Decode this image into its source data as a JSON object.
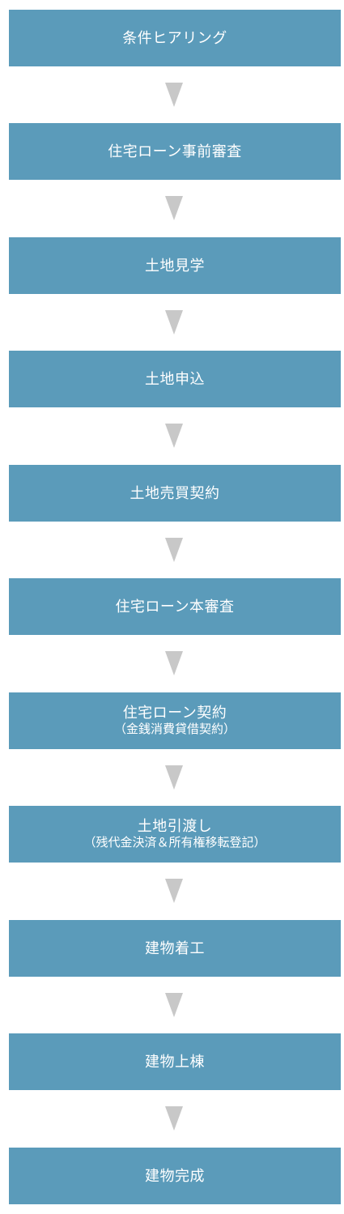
{
  "flowchart": {
    "steps": [
      {
        "label": "条件ヒアリング",
        "sublabel": ""
      },
      {
        "label": "住宅ローン事前審査",
        "sublabel": ""
      },
      {
        "label": "土地見学",
        "sublabel": ""
      },
      {
        "label": "土地申込",
        "sublabel": ""
      },
      {
        "label": "土地売買契約",
        "sublabel": ""
      },
      {
        "label": "住宅ローン本審査",
        "sublabel": ""
      },
      {
        "label": "住宅ローン契約",
        "sublabel": "（金銭消費貸借契約）"
      },
      {
        "label": "土地引渡し",
        "sublabel": "（残代金決済＆所有権移転登記）"
      },
      {
        "label": "建物着工",
        "sublabel": ""
      },
      {
        "label": "建物上棟",
        "sublabel": ""
      },
      {
        "label": "建物完成",
        "sublabel": ""
      }
    ],
    "colors": {
      "box": "#5b9bba",
      "text": "#ffffff",
      "arrow": "#c8c8c8"
    },
    "arrow_icon": "down-triangle-icon"
  }
}
